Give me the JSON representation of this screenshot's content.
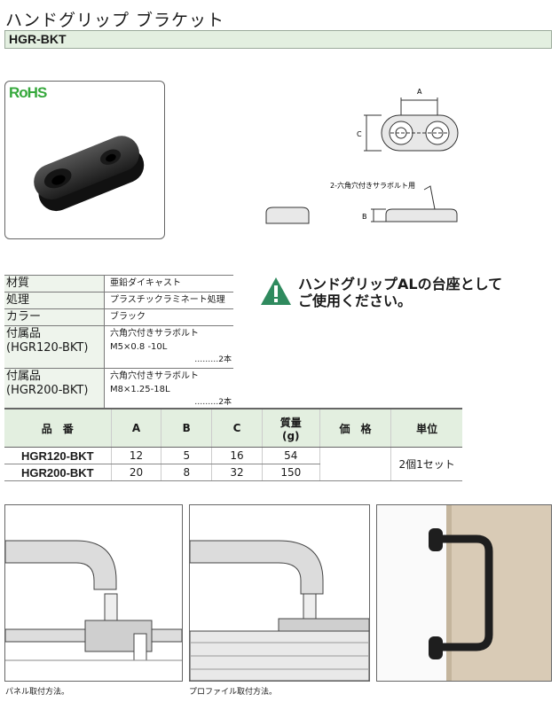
{
  "header": {
    "title": "ハンドグリップ ブラケット",
    "model": "HGR-BKT"
  },
  "badge": {
    "rohs": "RoHS"
  },
  "drawing": {
    "dim_a": "A",
    "dim_b": "B",
    "dim_c": "C",
    "bolt_note": "2-六角穴付きサラボルト用"
  },
  "specs": [
    {
      "key": "材質",
      "value": "亜鉛ダイキャスト"
    },
    {
      "key": "処理",
      "value": "プラスチックラミネート処理"
    },
    {
      "key": "カラー",
      "value": "ブラック"
    },
    {
      "key1": "付属品",
      "key2": "(HGR120-BKT)",
      "value": "六角穴付きサラボルト M5×0.8 -10L",
      "qty": "………2本"
    },
    {
      "key1": "付属品",
      "key2": "(HGR200-BKT)",
      "value": "六角穴付きサラボルト M8×1.25-18L",
      "qty": "………2本"
    }
  ],
  "warning": {
    "icon": "warning-triangle-icon",
    "line1": "ハンドグリップALの台座として",
    "line2": "ご使用ください。"
  },
  "price_table": {
    "headers": [
      "品　番",
      "A",
      "B",
      "C",
      "質量",
      "(g)",
      "価　格",
      "単位"
    ],
    "rows": [
      {
        "part": "HGR120-BKT",
        "a": "12",
        "b": "5",
        "c": "16",
        "mass": "54"
      },
      {
        "part": "HGR200-BKT",
        "a": "20",
        "b": "8",
        "c": "32",
        "mass": "150"
      }
    ],
    "unit": "2個1セット"
  },
  "captions": {
    "panel": "パネル取付方法。",
    "profile": "プロファイル取付方法。"
  },
  "colors": {
    "accent_green": "#e3efe0",
    "rohs_green": "#36a83c",
    "warning_green": "#2f8a5e"
  }
}
